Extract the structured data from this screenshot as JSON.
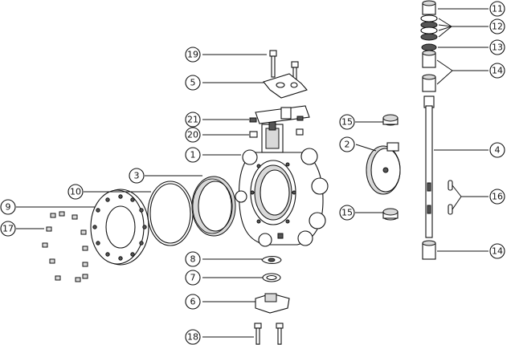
{
  "diagram": {
    "callouts": [
      {
        "id": "c1",
        "label": "1"
      },
      {
        "id": "c2",
        "label": "2"
      },
      {
        "id": "c3",
        "label": "3"
      },
      {
        "id": "c4",
        "label": "4"
      },
      {
        "id": "c5",
        "label": "5"
      },
      {
        "id": "c6",
        "label": "6"
      },
      {
        "id": "c7",
        "label": "7"
      },
      {
        "id": "c8",
        "label": "8"
      },
      {
        "id": "c9",
        "label": "9"
      },
      {
        "id": "c10",
        "label": "10"
      },
      {
        "id": "c11",
        "label": "11"
      },
      {
        "id": "c12",
        "label": "12"
      },
      {
        "id": "c13",
        "label": "13"
      },
      {
        "id": "c14a",
        "label": "14"
      },
      {
        "id": "c14b",
        "label": "14"
      },
      {
        "id": "c15a",
        "label": "15"
      },
      {
        "id": "c15b",
        "label": "15"
      },
      {
        "id": "c16",
        "label": "16"
      },
      {
        "id": "c17",
        "label": "17"
      },
      {
        "id": "c18",
        "label": "18"
      },
      {
        "id": "c19",
        "label": "19"
      },
      {
        "id": "c20",
        "label": "20"
      },
      {
        "id": "c21",
        "label": "21"
      }
    ]
  }
}
